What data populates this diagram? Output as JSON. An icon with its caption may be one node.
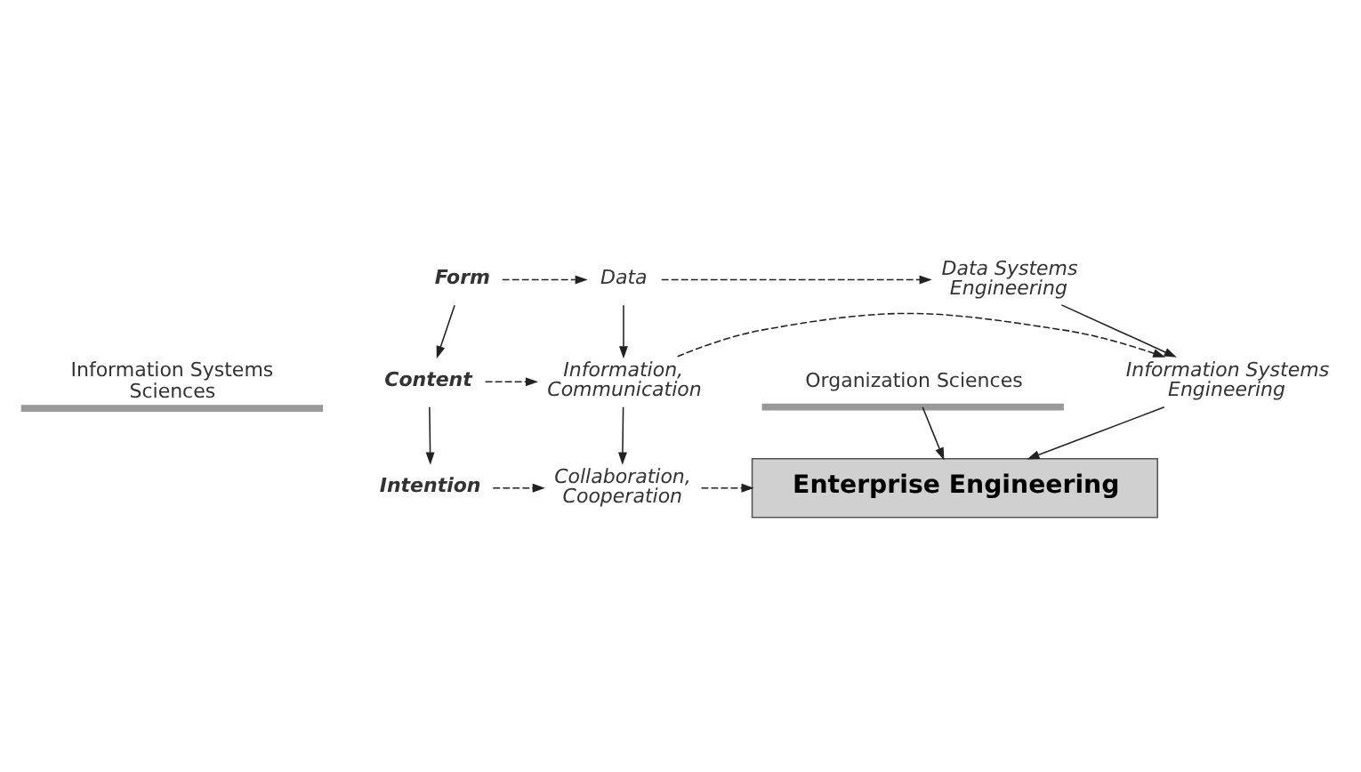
{
  "diagram": {
    "nodes": [
      {
        "text": [
          "Information Systems Sciences"
        ]
      },
      {
        "text": [
          "Organization Sciences"
        ]
      },
      {
        "text": [
          "Form"
        ]
      },
      {
        "text": [
          "Data"
        ]
      },
      {
        "text": [
          "Data Systems Engineering"
        ]
      },
      {
        "text": [
          "Content"
        ]
      },
      {
        "text": [
          "Information, Communication"
        ]
      },
      {
        "text": [
          "Information Systems Engineering"
        ]
      },
      {
        "text": [
          "Intention"
        ]
      },
      {
        "text": [
          "Collaboration, Cooperation"
        ]
      },
      {
        "text": [
          "Enterprise Engineering"
        ]
      }
    ],
    "edges": [
      {
        "from": 2,
        "to": 3,
        "arrow": "to",
        "style": "dashed"
      },
      {
        "from": 3,
        "to": 4,
        "arrow": "to",
        "style": "dashed"
      },
      {
        "from": 2,
        "to": 5,
        "arrow": "to"
      },
      {
        "from": 3,
        "to": 6,
        "arrow": "to"
      },
      {
        "from": 4,
        "to": 7,
        "arrow": "to"
      },
      {
        "from": 5,
        "to": 6,
        "arrow": "to",
        "style": "dashed"
      },
      {
        "from": 6,
        "to": 7,
        "arrow": "to",
        "style": "dashed"
      },
      {
        "from": 5,
        "to": 8,
        "arrow": "to"
      },
      {
        "from": 6,
        "to": 9,
        "arrow": "to"
      },
      {
        "from": 7,
        "to": 10,
        "arrow": "to"
      },
      {
        "from": 1,
        "to": 10,
        "arrow": "to"
      },
      {
        "from": 8,
        "to": 9,
        "arrow": "to",
        "style": "dashed"
      },
      {
        "from": 9,
        "to": 10,
        "arrow": "to",
        "style": "dashed"
      }
    ]
  }
}
